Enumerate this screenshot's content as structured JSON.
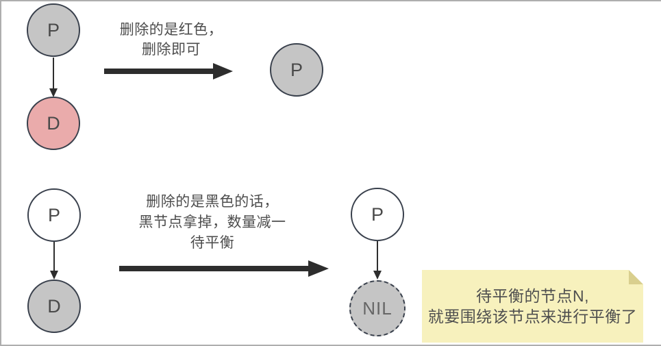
{
  "colors": {
    "page_bg": "#ffffff",
    "page_border": "#aeaeae",
    "node_gray_fill": "#c5c5c5",
    "node_red_fill": "#eaabab",
    "node_white_fill": "#ffffff",
    "node_border": "#39404c",
    "node_label": "#4a4a4a",
    "nil_label": "#666666",
    "caption_text": "#4d4d4d",
    "arrow": "#2d2d2d",
    "note_bg": "#f7f1bd",
    "note_fold": "#d9cf8e",
    "note_text": "#4f4f4f"
  },
  "top_flow": {
    "before": {
      "parent_label": "P",
      "child_label": "D"
    },
    "caption_lines": [
      "删除的是红色，",
      "删除即可"
    ],
    "after": {
      "parent_label": "P"
    }
  },
  "bottom_flow": {
    "before": {
      "parent_label": "P",
      "child_label": "D"
    },
    "caption_lines": [
      "删除的是黑色的话，",
      "黑节点拿掉，数量减一",
      "待平衡"
    ],
    "after": {
      "parent_label": "P",
      "child_label": "NIL"
    }
  },
  "note": {
    "lines": [
      "待平衡的节点N,",
      "就要围绕该节点来进行平衡了"
    ]
  }
}
